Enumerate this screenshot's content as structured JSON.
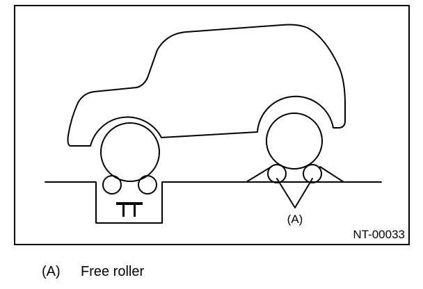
{
  "diagram": {
    "callout_label": "(A)",
    "figure_code": "NT-00033"
  },
  "legend": {
    "items": [
      {
        "key": "(A)",
        "text": "Free roller"
      }
    ]
  },
  "colors": {
    "line": "#000000",
    "background": "#ffffff"
  }
}
